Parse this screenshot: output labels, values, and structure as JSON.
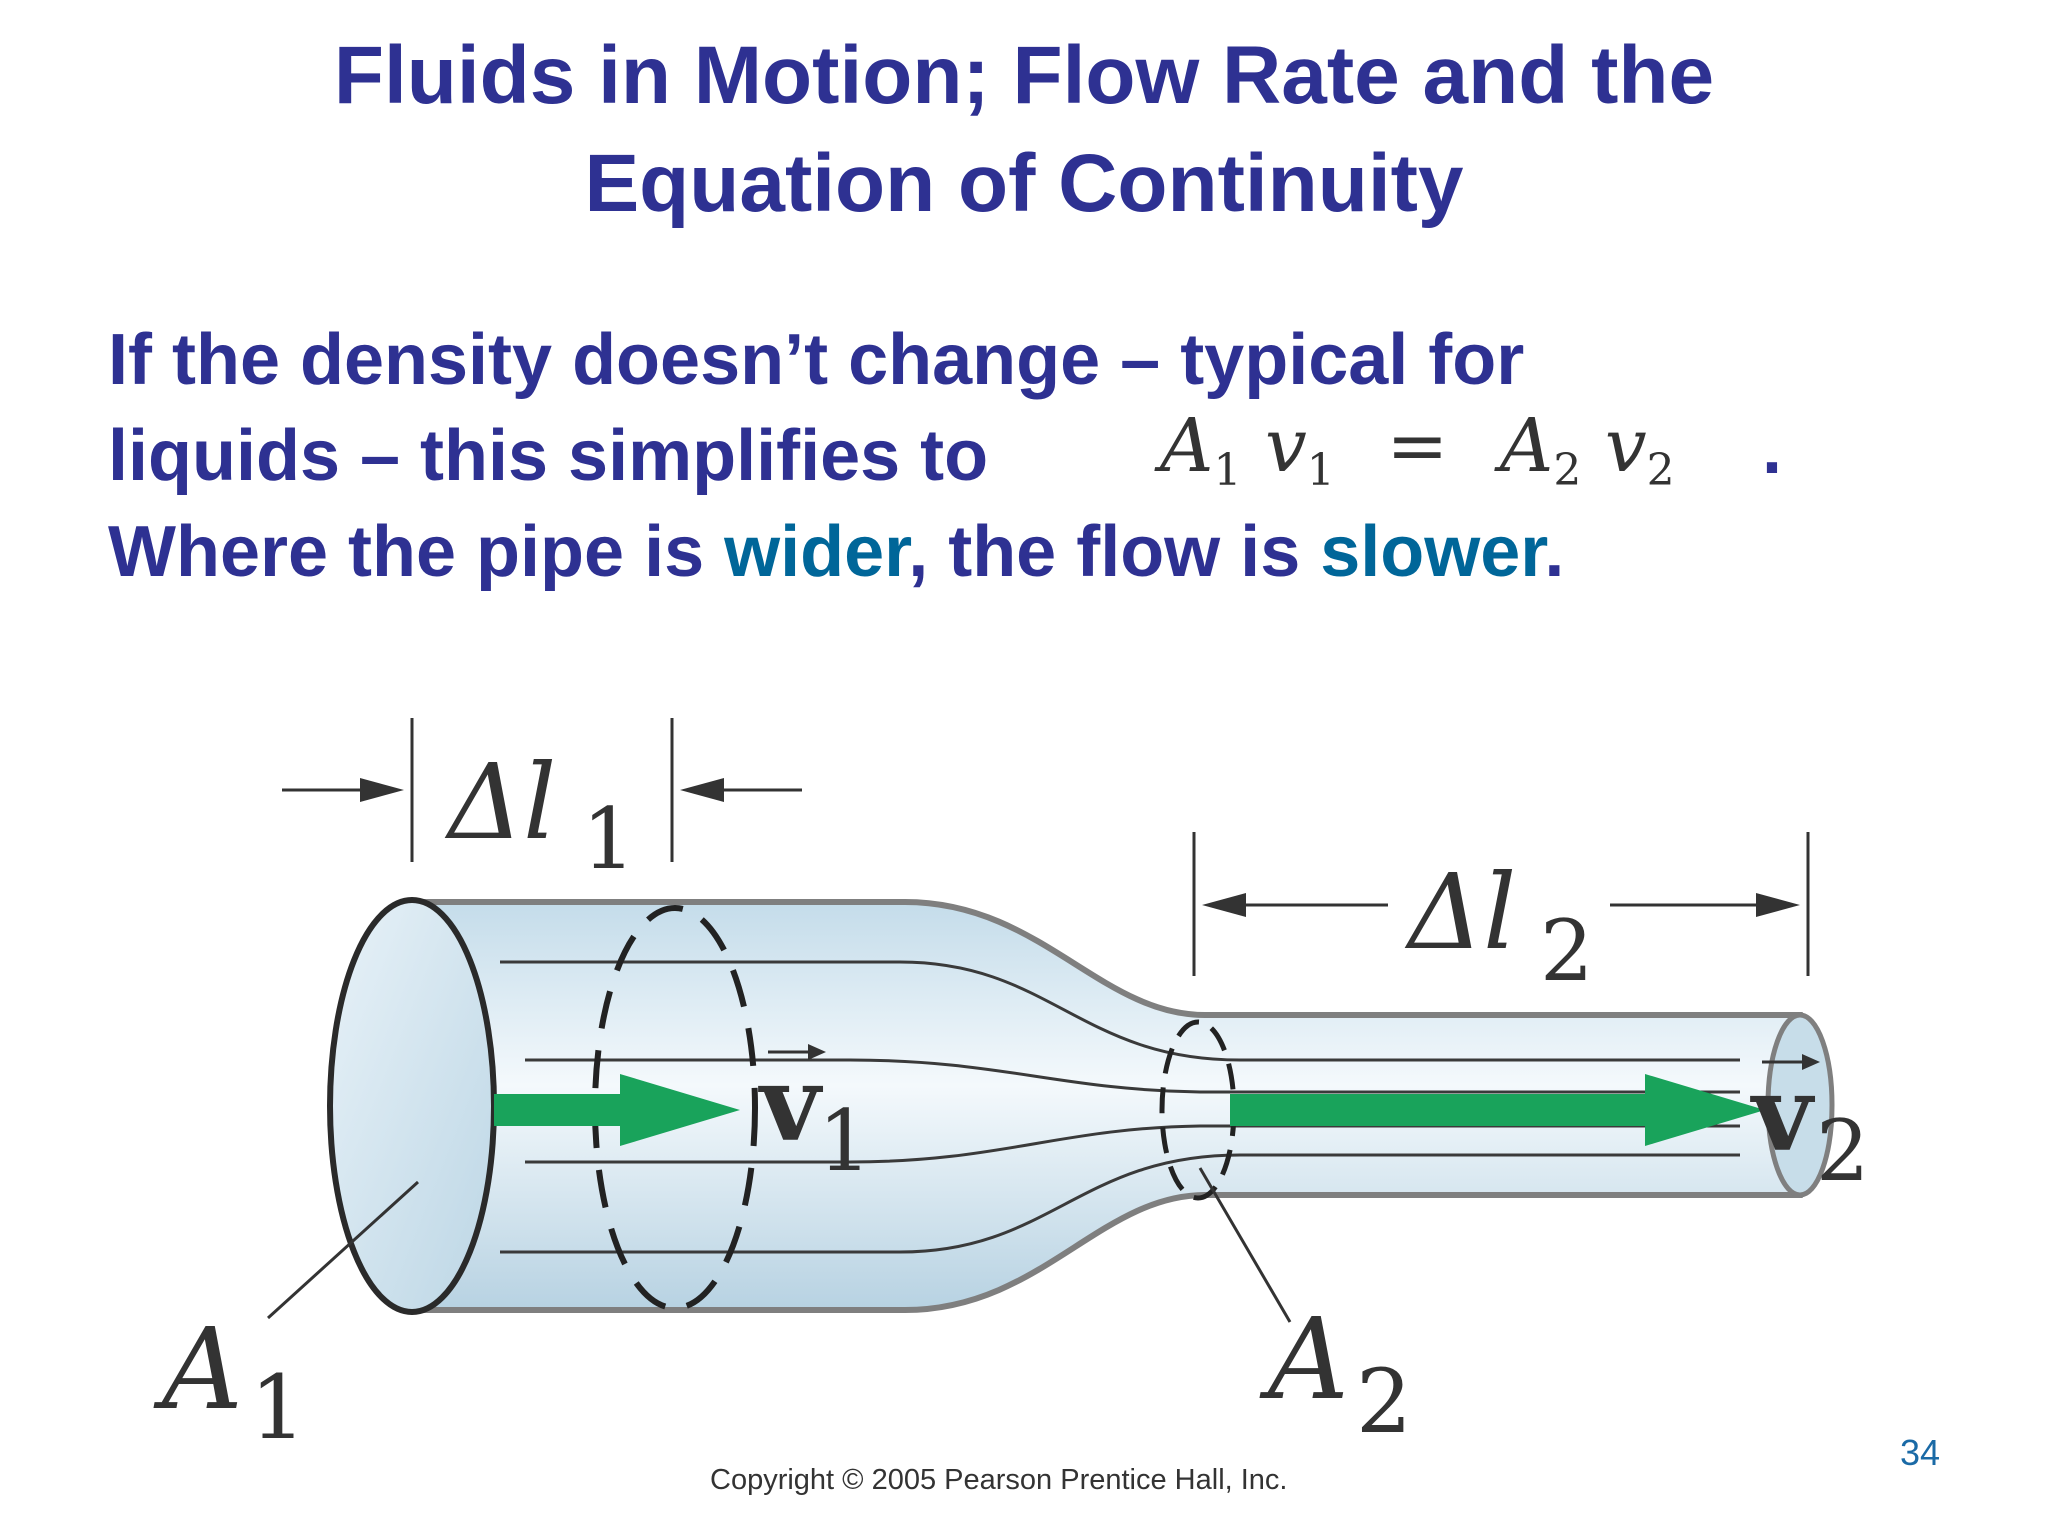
{
  "title": {
    "line1": "Fluids in Motion; Flow Rate and the",
    "line2": "Equation of Continuity"
  },
  "body": {
    "line1": "If the density doesn’t change – typical for",
    "line2": "liquids – this simplifies to",
    "line2_end": ".",
    "line3_a": "Where the pipe is ",
    "line3_wider": "wider",
    "line3_b": ", the flow is ",
    "line3_slower": "slower",
    "line3_c": "."
  },
  "equation": {
    "a1": "A",
    "a1_sub": "1",
    "v1": "v",
    "v1_sub": "1",
    "equals": "=",
    "a2": "A",
    "a2_sub": "2",
    "v2": "v",
    "v2_sub": "2"
  },
  "figure": {
    "delta_l1": "Δl",
    "delta_l1_sub": "1",
    "delta_l2": "Δl",
    "delta_l2_sub": "2",
    "v1": "v",
    "v1_sub": "1",
    "v2": "v",
    "v2_sub": "2",
    "a1": "A",
    "a1_sub": "1",
    "a2": "A",
    "a2_sub": "2",
    "colors": {
      "pipe_fill": "#cde3ef",
      "pipe_outline": "#777777",
      "flow_arrow": "#19a35b",
      "line": "#333333"
    }
  },
  "copyright": "Copyright © 2005 Pearson Prentice Hall, Inc.",
  "page_number": "34"
}
